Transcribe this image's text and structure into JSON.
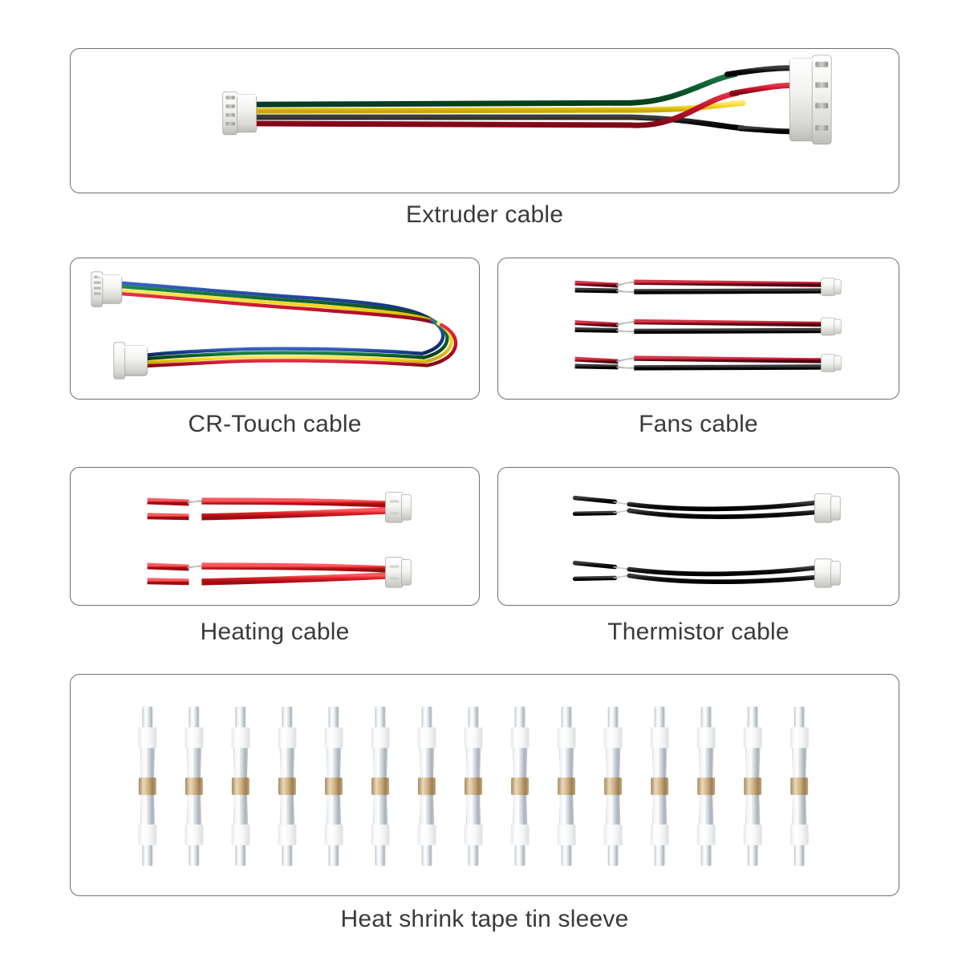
{
  "page": {
    "background_color": "#ffffff",
    "card_border_color": "#6f6f6f",
    "caption_color": "#3a3a3a"
  },
  "items": [
    {
      "id": "extruder",
      "caption": "Extruder cable",
      "icon": "extruder-cable-photo",
      "description": "Four-wire ribbon harness with a 4-pin white JST connector on each end; wires fan out at the right connector",
      "wire_colors": [
        "#0d5c2e",
        "#f2d41a",
        "#111111",
        "#c3122b"
      ],
      "connector_color": "#f2f2f0",
      "connector_count": 2,
      "cable_count": 1
    },
    {
      "id": "crtouch",
      "caption": "CR-Touch cable",
      "icon": "cr-touch-cable-photo",
      "description": "Long U-folded 4-wire ribbon cable with a 4-pin white connector on each end",
      "wire_colors": [
        "#1b3f8f",
        "#0d5c2e",
        "#f2d41a",
        "#c3122b"
      ],
      "connector_color": "#f4f4f2",
      "connector_count": 2,
      "cable_count": 1
    },
    {
      "id": "fans",
      "caption": "Fans cable",
      "icon": "fans-cable-photo",
      "description": "Three red/black two-wire leads with bare tinned ends, exposed copper mid-span and a 2-pin white connector at right",
      "wire_colors": [
        "#b2112a",
        "#141414"
      ],
      "connector_color": "#f2f2f0",
      "connector_count": 3,
      "cable_count": 3
    },
    {
      "id": "heating",
      "caption": "Heating cable",
      "icon": "heating-cable-photo",
      "description": "Two all-red two-wire leads with exposed copper mid-span and a 2-pin white connector at right",
      "wire_colors": [
        "#e01f26",
        "#e01f26"
      ],
      "connector_color": "#f4f4f2",
      "connector_count": 2,
      "cable_count": 2
    },
    {
      "id": "thermistor",
      "caption": "Thermistor cable",
      "icon": "thermistor-cable-photo",
      "description": "Two all-black two-wire leads with exposed copper mid-span and a 2-pin white connector at right",
      "wire_colors": [
        "#131313",
        "#131313"
      ],
      "connector_color": "#f4f4f2",
      "connector_count": 2,
      "cable_count": 2
    },
    {
      "id": "sleeve",
      "caption": "Heat shrink tape tin sleeve",
      "icon": "heat-shrink-solder-sleeve-photo",
      "description": "Row of translucent solder-seal heat shrink butt connectors, each with two white sealing rings and a gold solder ring at the centre",
      "sleeve_count": 15,
      "tube_color": "#d7dbe0",
      "band_color": "#fbfbfb",
      "solder_ring_color": "#cdb183"
    }
  ]
}
